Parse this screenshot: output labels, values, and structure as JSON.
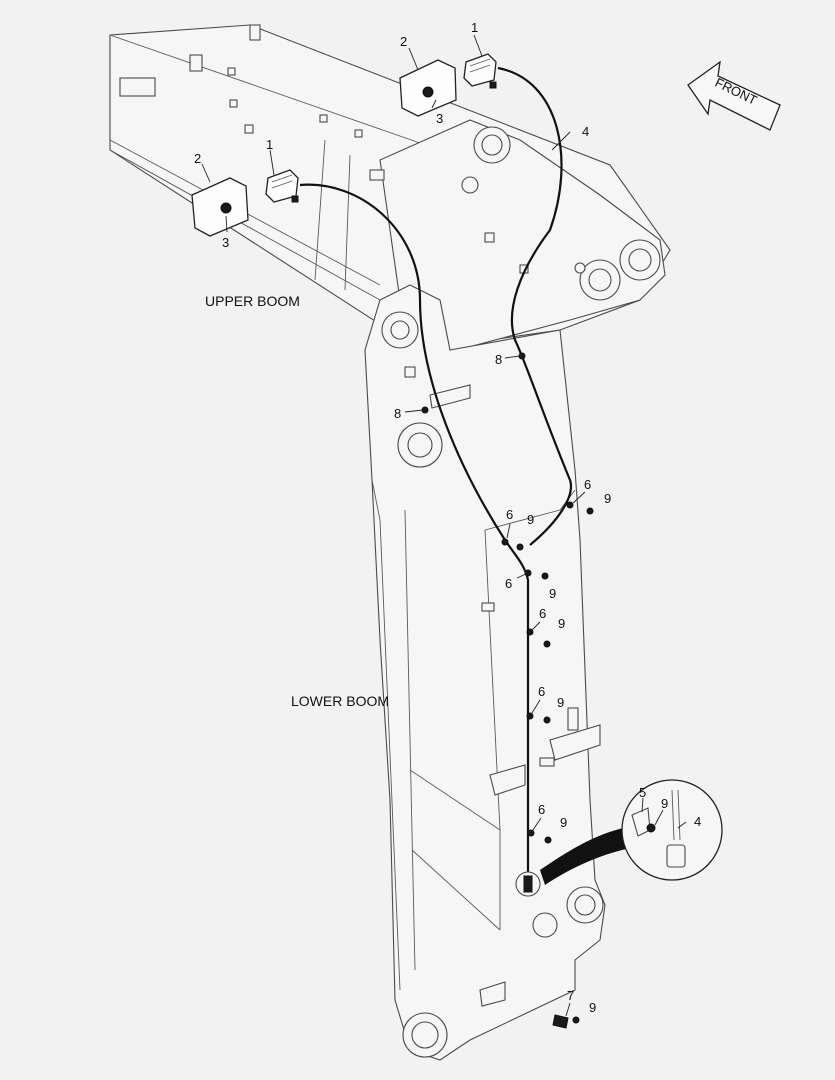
{
  "section_labels": {
    "upper_boom": "UPPER BOOM",
    "lower_boom": "LOWER BOOM"
  },
  "front_arrow": "FRONT",
  "callouts": {
    "lamp_left": "1",
    "lamp_right": "1",
    "housing_left": "2",
    "housing_right": "2",
    "bolt_left": "3",
    "bolt_right": "3",
    "harness": "4",
    "clamp_1": "6",
    "clamp_2": "6",
    "clamp_3": "6",
    "clamp_4": "6",
    "clamp_5": "6",
    "clamp_6": "6",
    "clip_bottom": "7",
    "clip_upper_1": "8",
    "clip_upper_2": "8",
    "nut_1": "9",
    "nut_2": "9",
    "nut_3": "9",
    "nut_4": "9",
    "nut_5": "9",
    "nut_6": "9",
    "nut_7": "9",
    "detail_bracket": "5",
    "detail_nut": "9",
    "detail_harness": "4"
  }
}
